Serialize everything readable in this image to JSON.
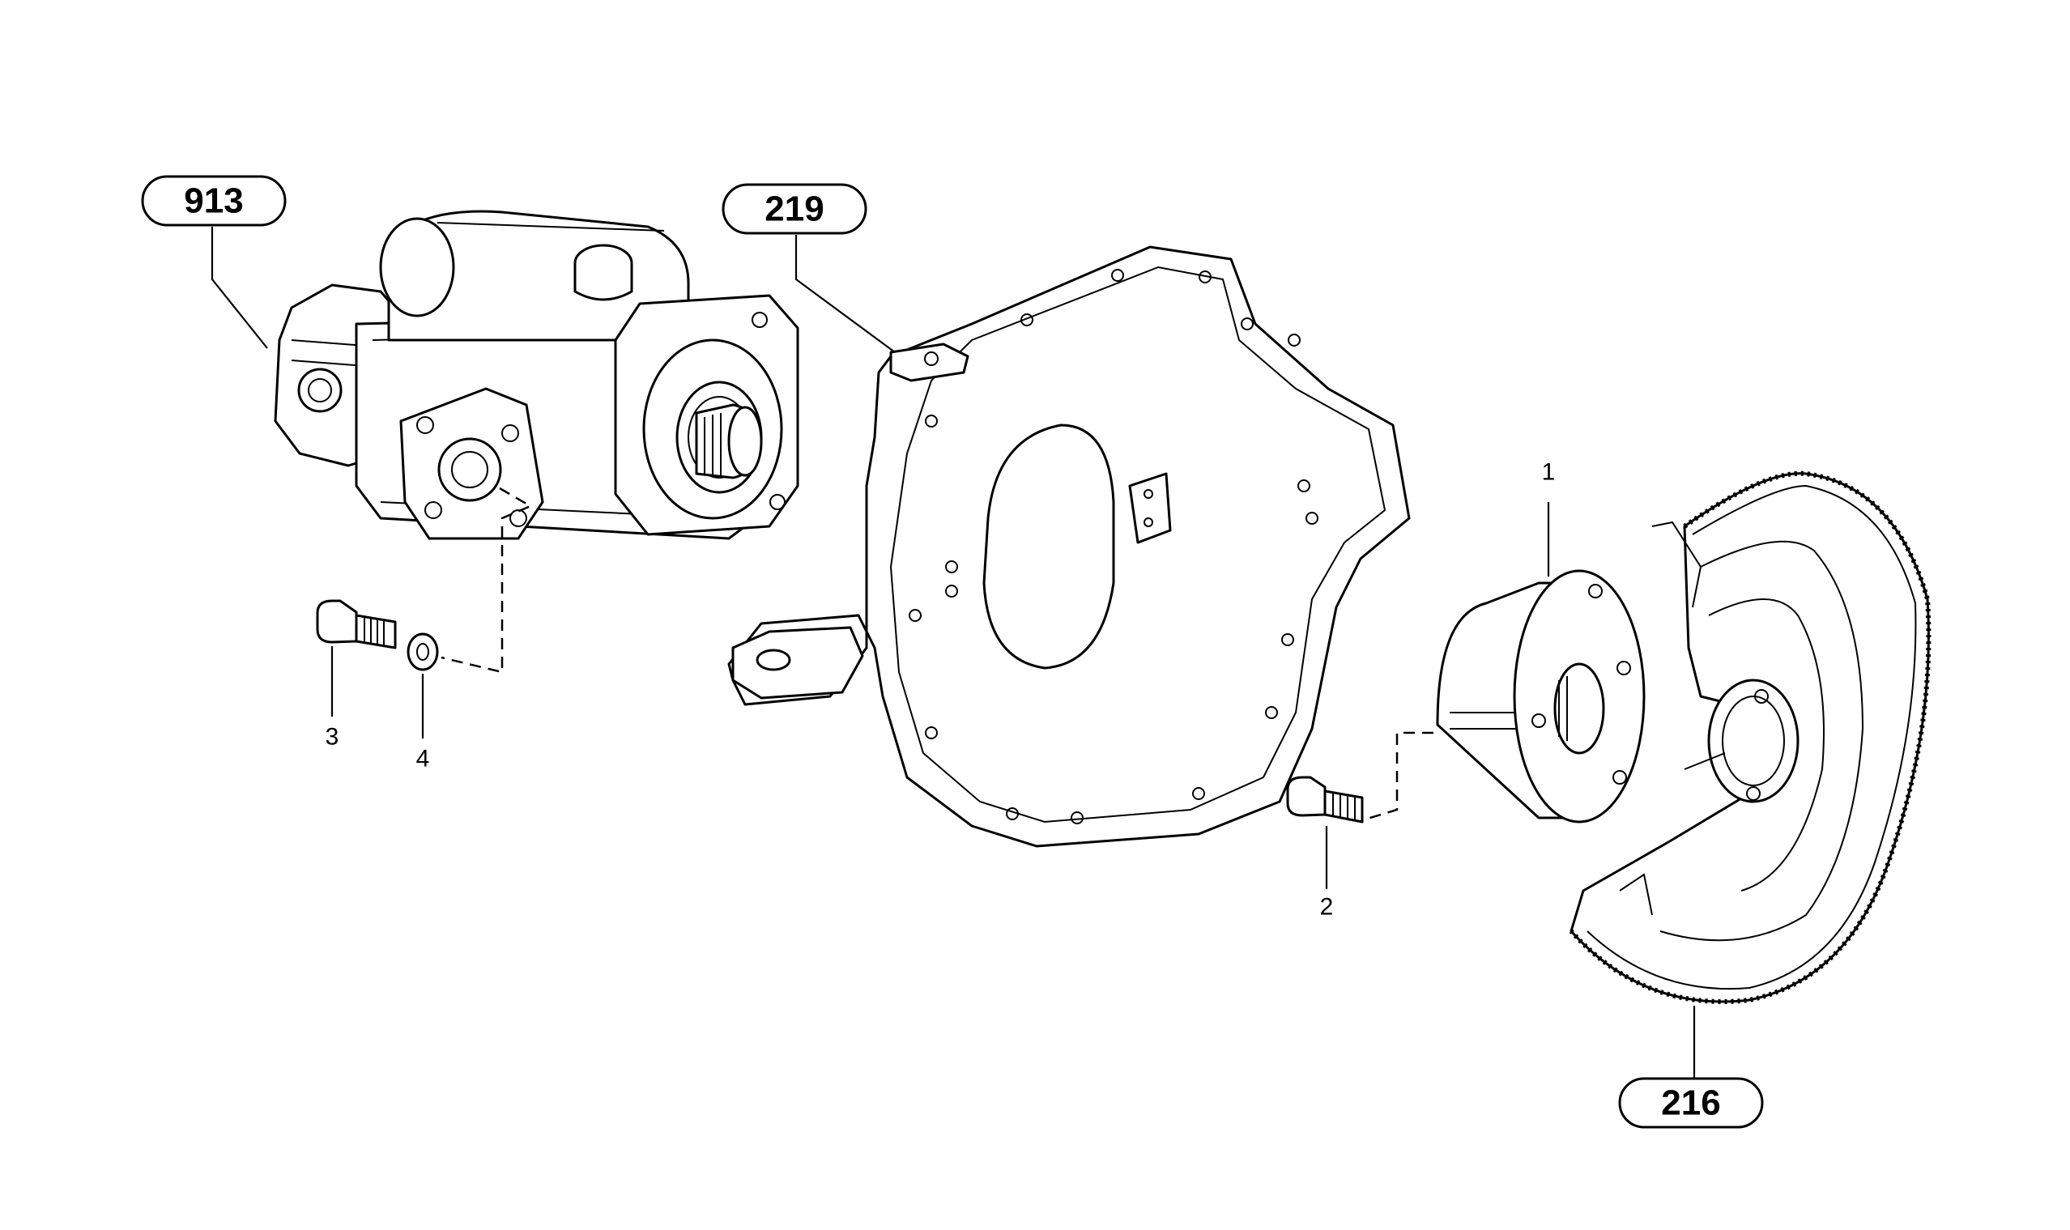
{
  "callouts": {
    "pump_ref": "913",
    "housing_ref": "219",
    "flywheel_ref": "216"
  },
  "items": {
    "hub": "1",
    "hub_screw": "2",
    "pump_screw": "3",
    "washer": "4"
  }
}
